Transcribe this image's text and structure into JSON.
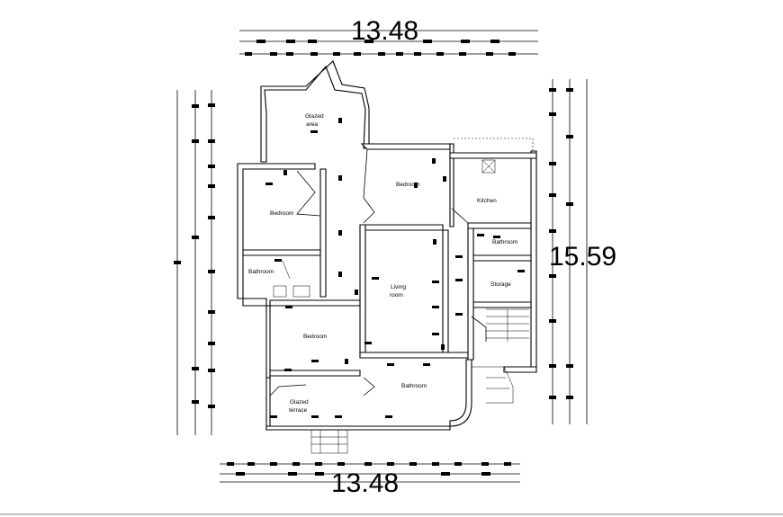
{
  "dimensions": {
    "top": "13.48",
    "bottom": "13.48",
    "right": "15.59"
  },
  "rooms": {
    "glazed_area": [
      "Glazed",
      "area"
    ],
    "bedroom_top": "Bedroom",
    "kitchen": "Kitchen",
    "bedroom_left": "Bedroom",
    "bathroom_small_right": "Bathroom",
    "bathroom_left": "Bathroom",
    "living_room": [
      "Living",
      "room"
    ],
    "storage": "Storage",
    "bedroom_bottom": "Bedroom",
    "bathroom_bottom": "Bathroom",
    "glazed_terrace": [
      "Glazed",
      "terrace"
    ]
  }
}
